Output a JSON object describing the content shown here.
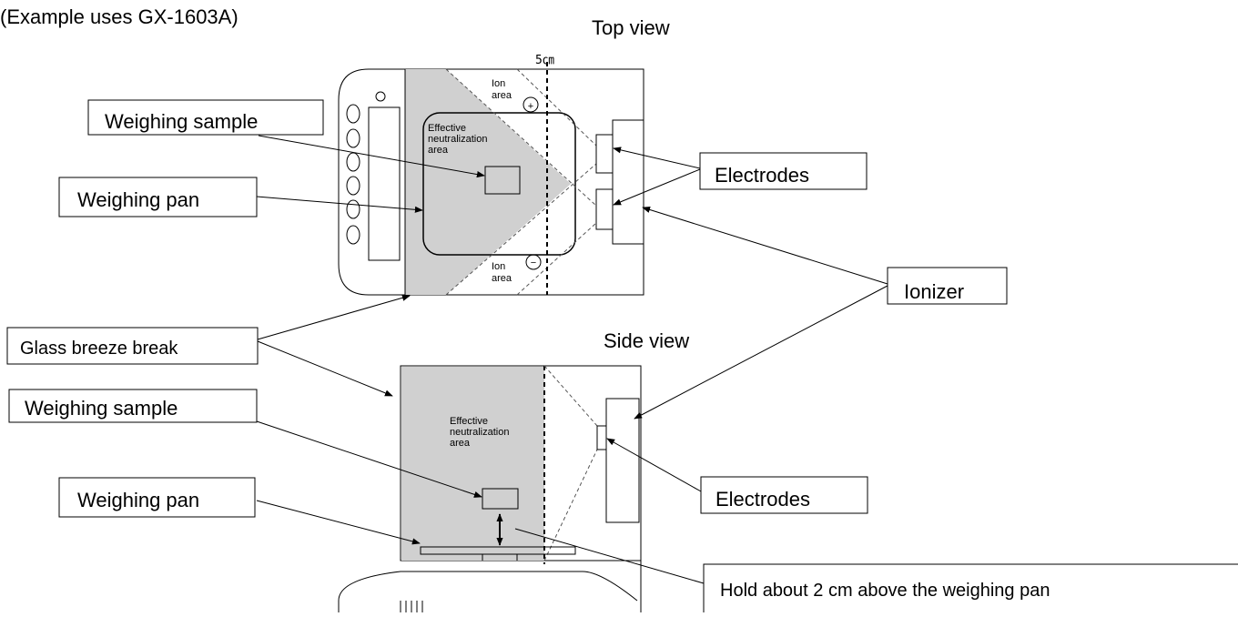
{
  "header_note": "(Example uses GX-1603A)",
  "top_view": {
    "title": "Top view",
    "dimension_label": "5㎝",
    "ion_area_top": [
      "Ion",
      "area"
    ],
    "ion_area_bottom": [
      "Ion",
      "area"
    ],
    "effective_area": [
      "Effective",
      "neutralization",
      "area"
    ],
    "plus_symbol": "+",
    "minus_symbol": "−"
  },
  "side_view": {
    "title": "Side view",
    "effective_area": [
      "Effective",
      "neutralization",
      "area"
    ]
  },
  "callouts": {
    "weighing_sample_top": "Weighing sample",
    "weighing_pan_top": "Weighing pan",
    "electrodes_top": "Electrodes",
    "ionizer": "Ionizer",
    "glass_breeze_break": "Glass breeze break",
    "weighing_sample_side": "Weighing sample",
    "weighing_pan_side": "Weighing pan",
    "electrodes_side": "Electrodes",
    "hold_note": "Hold about 2 cm above the weighing pan"
  }
}
